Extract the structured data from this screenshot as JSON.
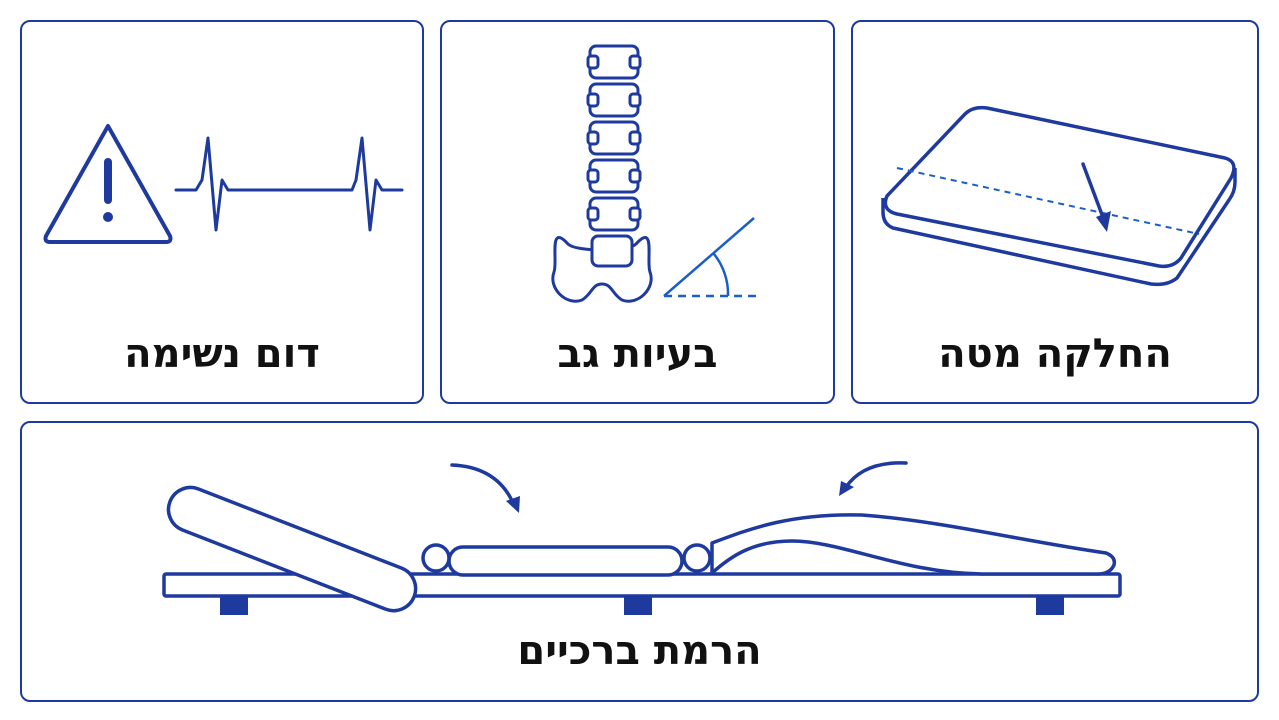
{
  "panels": {
    "breath": {
      "caption": "דום נשימה",
      "icons": [
        "warning-icon",
        "heartbeat-line-icon"
      ]
    },
    "back": {
      "caption": "בעיות גב",
      "icons": [
        "spine-icon",
        "angle-icon"
      ]
    },
    "split": {
      "caption": "החלקה מטה",
      "icons": [
        "mattress-icon",
        "down-arrow-icon"
      ]
    },
    "knee": {
      "caption": "הרמת ברכיים",
      "icons": [
        "adjustable-bed-icon",
        "curved-arrow-icon"
      ]
    }
  },
  "colors": {
    "stroke": "#1f3a9e",
    "accent": "#1a5fc8",
    "text": "#111111",
    "background": "#ffffff"
  }
}
